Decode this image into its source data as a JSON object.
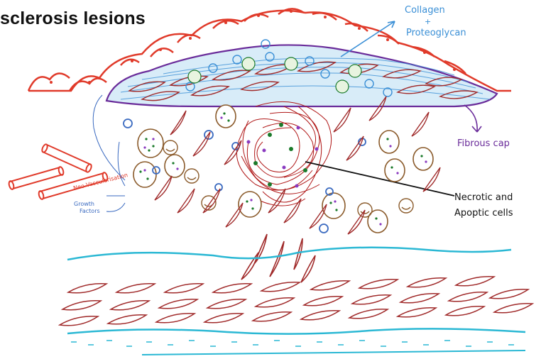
{
  "title": "sclerosis lesions",
  "labels": {
    "collagen_line1": "Collagen",
    "collagen_plus": "+",
    "collagen_line2": "Proteoglycan",
    "fibrous_cap": "Fibrous cap",
    "necrotic_line1": "Necrotic and",
    "necrotic_line2": "Apoptic cells",
    "neovascularisation": "Neo-Vascularisation",
    "growth_line1": "Growth",
    "growth_line2": "Factors"
  },
  "colors": {
    "endothelium_red": "#e03a2a",
    "cap_purple": "#6a2c9a",
    "collagen_blue": "#3a8fd6",
    "smooth_muscle_brown": "#a02a2a",
    "lumen_cyan": "#2bb8d4",
    "foam_cell_brown": "#8a5a2a",
    "necrotic_red": "#b01818",
    "dot_green": "#1a7a2a",
    "dot_purple": "#8a3ac0",
    "annotation_blue": "#3a6ac0"
  }
}
